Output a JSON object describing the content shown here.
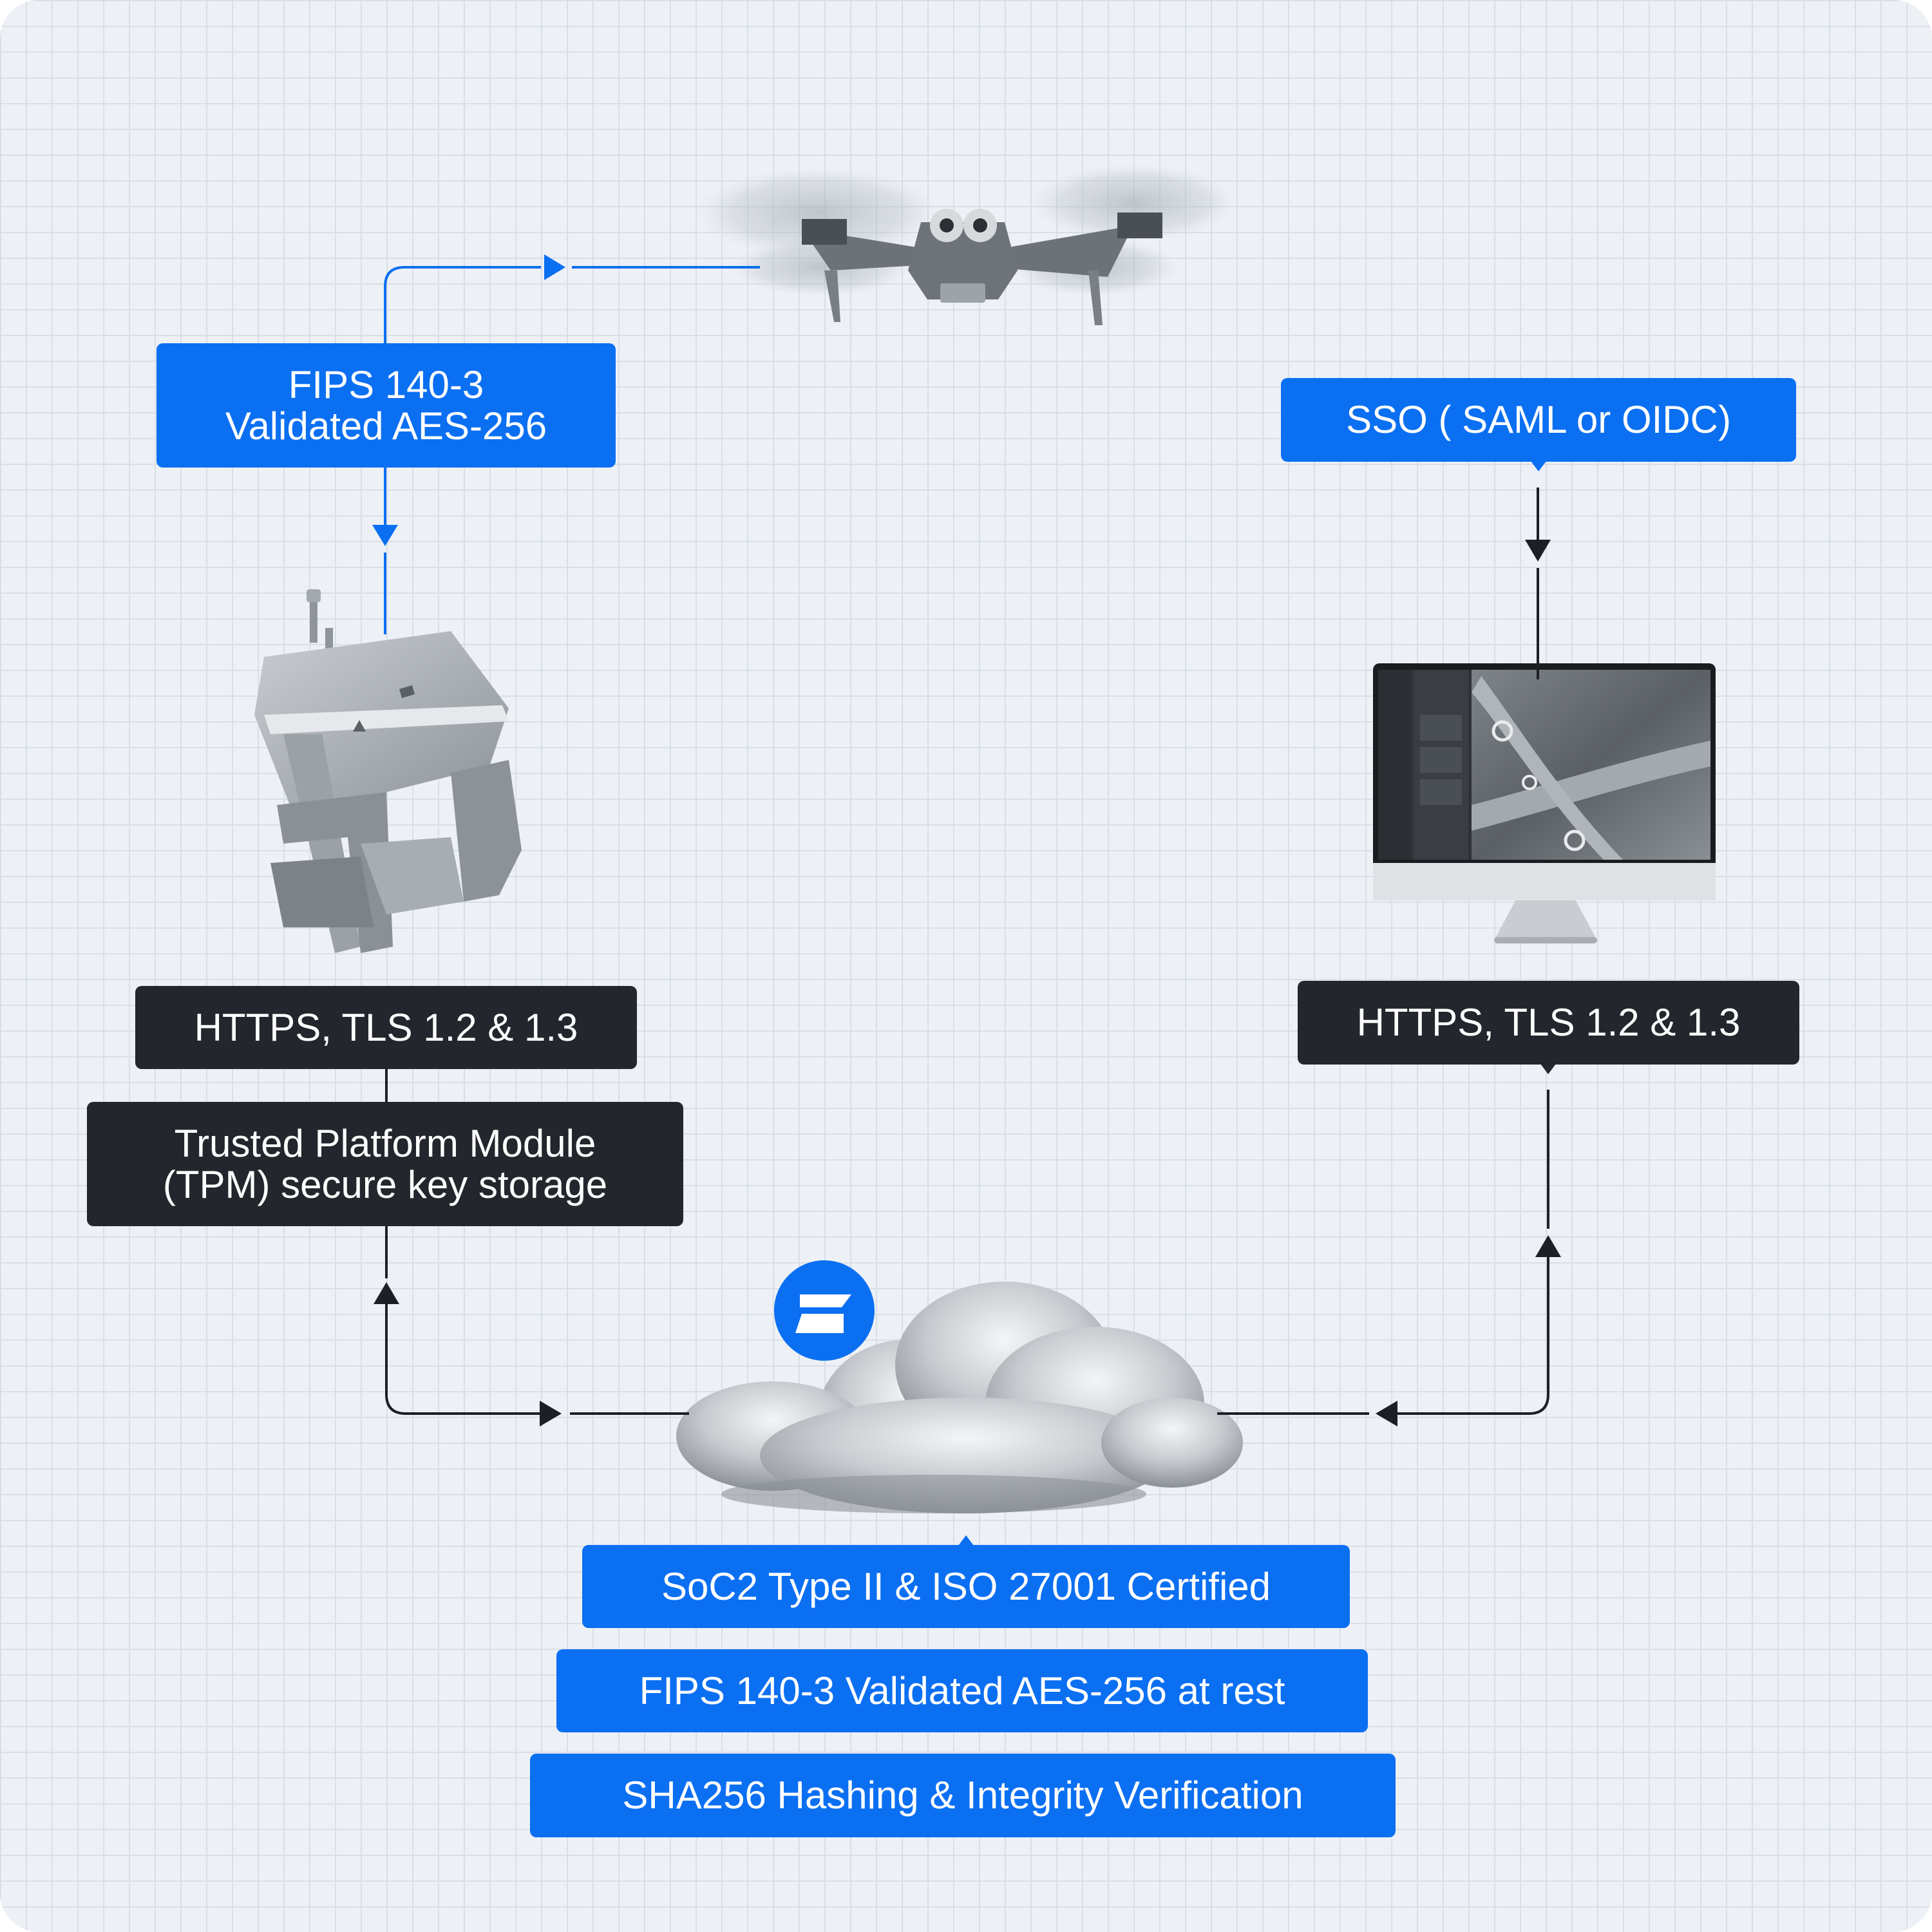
{
  "labels": {
    "drone_link": "FIPS 140-3\nValidated AES-256",
    "sso": "SSO ( SAML or OIDC)",
    "dock_transport": "HTTPS, TLS 1.2 & 1.3",
    "dock_tpm": "Trusted Platform Module\n(TPM) secure key storage",
    "web_transport": "HTTPS, TLS 1.2 & 1.3",
    "cloud_cert_1": "SoC2 Type II & ISO 27001 Certified",
    "cloud_cert_2": "FIPS 140-3 Validated AES-256 at rest",
    "cloud_cert_3": "SHA256 Hashing & Integrity Verification"
  },
  "colors": {
    "accent_blue": "#0b6ff2",
    "dark_label": "#23272d",
    "background": "#edf1f6",
    "connector_dark": "#1c1f24"
  },
  "icons": {
    "drone": "quadcopter-drone-image",
    "dock": "drone-dock-station-image",
    "monitor": "desktop-monitor-map-image",
    "cloud": "cloud-image",
    "brand": "skydio-logo-icon"
  }
}
